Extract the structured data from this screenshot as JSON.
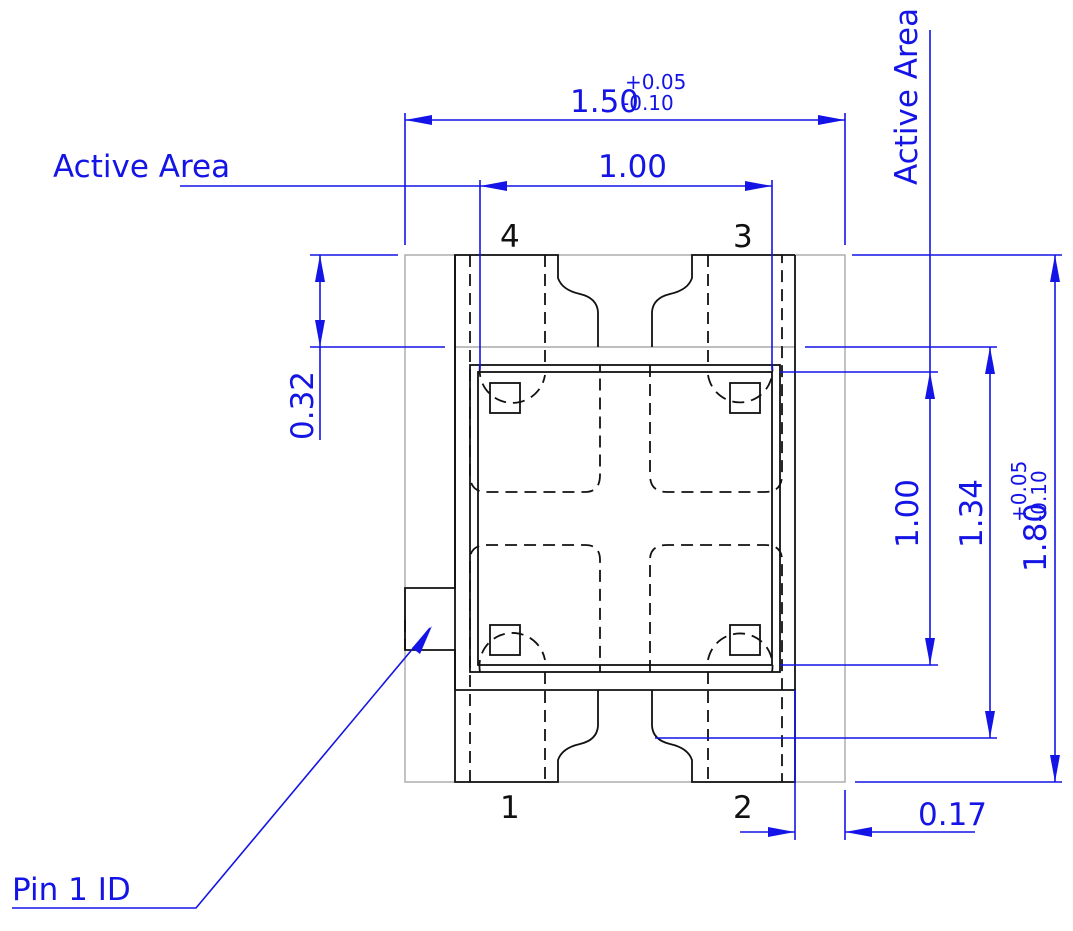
{
  "labels": {
    "active_area_left": "Active Area",
    "active_area_top": "Active Area",
    "pin1_id": "Pin 1 ID"
  },
  "dimensions": {
    "width_total": {
      "value": "1.50",
      "tol_plus": "+0.05",
      "tol_minus": "-0.10"
    },
    "width_active": "1.00",
    "height_offset": "0.32",
    "height_active": "1.00",
    "height_pads": "1.34",
    "height_total": {
      "value": "1.80",
      "tol_plus": "+0.05",
      "tol_minus": "-0.10"
    },
    "edge_gap": "0.17"
  },
  "pins": [
    "1",
    "2",
    "3",
    "4"
  ],
  "colors": {
    "dimension": "#1414e6",
    "outline": "#111111",
    "package": "#a8a8a8"
  }
}
